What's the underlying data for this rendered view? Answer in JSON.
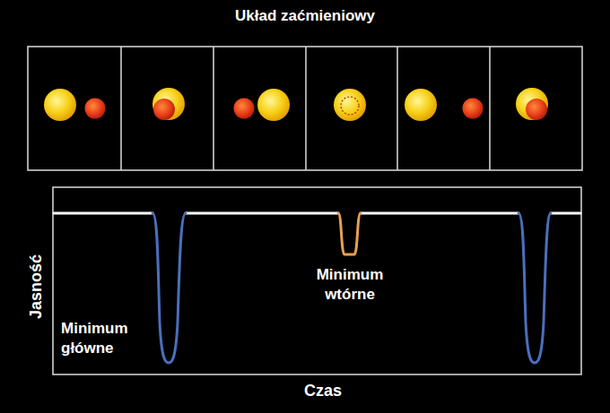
{
  "diagram": {
    "title": "Układ zaćmieniowy",
    "labels": [
      "Minimum wtórne",
      "Minimum główne",
      "Jasność",
      "Czas"
    ]
  }
}
